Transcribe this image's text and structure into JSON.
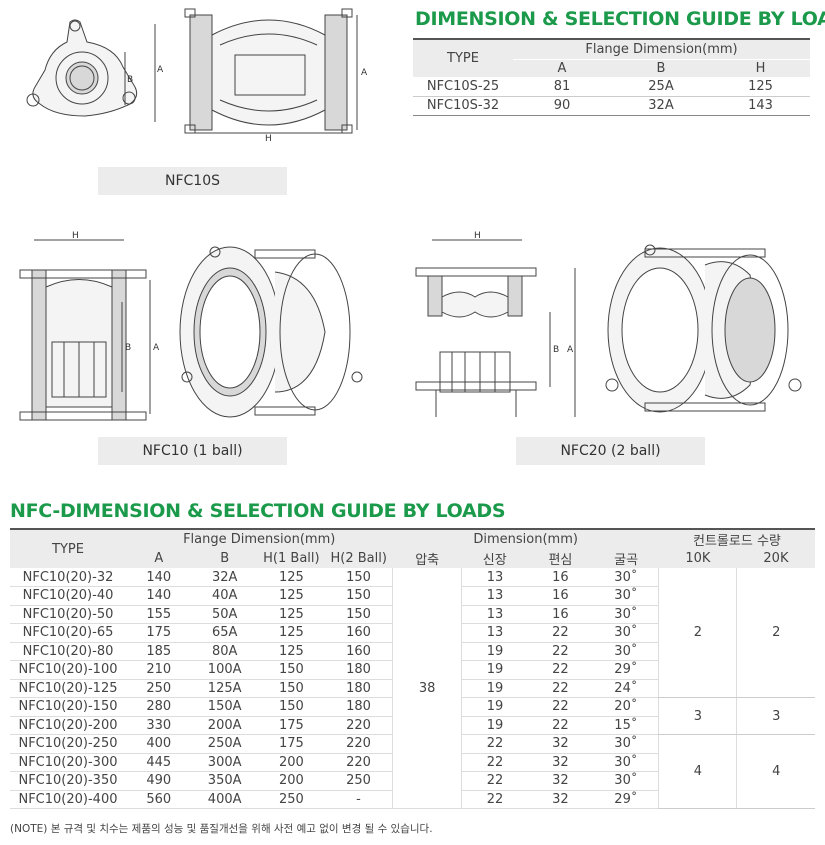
{
  "top": {
    "title": "DIMENSION & SELECTION GUIDE BY LOADS",
    "headers": {
      "type": "TYPE",
      "flange": "Flange Dimension(mm)",
      "a": "A",
      "b": "B",
      "h": "H"
    },
    "rows": [
      {
        "type": "NFC10S-25",
        "a": "81",
        "b": "25A",
        "h": "125"
      },
      {
        "type": "NFC10S-32",
        "a": "90",
        "b": "32A",
        "h": "143"
      }
    ]
  },
  "figures": {
    "nfc10s_caption": "NFC10S",
    "nfc10_caption": "NFC10 (1 ball)",
    "nfc20_caption": "NFC20 (2 ball)",
    "dim_a": "A",
    "dim_b": "B",
    "dim_h": "H"
  },
  "bottom": {
    "title": "NFC-DIMENSION & SELECTION GUIDE BY LOADS",
    "headers": {
      "type": "TYPE",
      "flange": "Flange Dimension(mm)",
      "dimension": "Dimension(mm)",
      "control": "컨트롤로드 수량",
      "a": "A",
      "b": "B",
      "h1": "H(1 Ball)",
      "h2": "H(2 Ball)",
      "compress": "압축",
      "extend": "신장",
      "offset": "편심",
      "bend": "굴곡",
      "k10": "10K",
      "k20": "20K"
    },
    "rows": [
      {
        "type": "NFC10(20)-32",
        "a": "140",
        "b": "32A",
        "h1": "125",
        "h2": "150",
        "ext": "13",
        "off": "16",
        "bend": "30˚"
      },
      {
        "type": "NFC10(20)-40",
        "a": "140",
        "b": "40A",
        "h1": "125",
        "h2": "150",
        "ext": "13",
        "off": "16",
        "bend": "30˚"
      },
      {
        "type": "NFC10(20)-50",
        "a": "155",
        "b": "50A",
        "h1": "125",
        "h2": "150",
        "ext": "13",
        "off": "16",
        "bend": "30˚"
      },
      {
        "type": "NFC10(20)-65",
        "a": "175",
        "b": "65A",
        "h1": "125",
        "h2": "160",
        "ext": "13",
        "off": "22",
        "bend": "30˚"
      },
      {
        "type": "NFC10(20)-80",
        "a": "185",
        "b": "80A",
        "h1": "125",
        "h2": "160",
        "ext": "19",
        "off": "22",
        "bend": "30˚"
      },
      {
        "type": "NFC10(20)-100",
        "a": "210",
        "b": "100A",
        "h1": "150",
        "h2": "180",
        "ext": "19",
        "off": "22",
        "bend": "29˚"
      },
      {
        "type": "NFC10(20)-125",
        "a": "250",
        "b": "125A",
        "h1": "150",
        "h2": "180",
        "ext": "19",
        "off": "22",
        "bend": "24˚"
      },
      {
        "type": "NFC10(20)-150",
        "a": "280",
        "b": "150A",
        "h1": "150",
        "h2": "180",
        "ext": "19",
        "off": "22",
        "bend": "20˚"
      },
      {
        "type": "NFC10(20)-200",
        "a": "330",
        "b": "200A",
        "h1": "175",
        "h2": "220",
        "ext": "19",
        "off": "22",
        "bend": "15˚"
      },
      {
        "type": "NFC10(20)-250",
        "a": "400",
        "b": "250A",
        "h1": "175",
        "h2": "220",
        "ext": "22",
        "off": "32",
        "bend": "30˚"
      },
      {
        "type": "NFC10(20)-300",
        "a": "445",
        "b": "300A",
        "h1": "200",
        "h2": "220",
        "ext": "22",
        "off": "32",
        "bend": "30˚"
      },
      {
        "type": "NFC10(20)-350",
        "a": "490",
        "b": "350A",
        "h1": "200",
        "h2": "250",
        "ext": "22",
        "off": "32",
        "bend": "30˚"
      },
      {
        "type": "NFC10(20)-400",
        "a": "560",
        "b": "400A",
        "h1": "250",
        "h2": "-",
        "ext": "22",
        "off": "32",
        "bend": "29˚"
      }
    ],
    "compress_value": "38",
    "control_groups": [
      {
        "k10": "2",
        "k20": "2"
      },
      {
        "k10": "3",
        "k20": "3"
      },
      {
        "k10": "4",
        "k20": "4"
      }
    ],
    "note": "(NOTE) 본 규격 및 치수는 제품의 성능 및 품질개선을 위해 사전 예고 없이 변경 될 수 있습니다."
  }
}
